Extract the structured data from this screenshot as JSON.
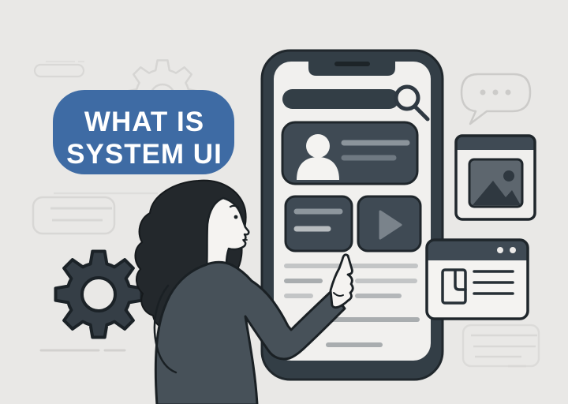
{
  "scene": {
    "badge": {
      "line1": "WHAT IS",
      "line2": "SYSTEM UI",
      "bg_color": "#3e6ba4",
      "text_color": "#ffffff"
    },
    "palette": {
      "background": "#e9e8e6",
      "dark_frame": "#333e46",
      "card_fill": "#3f4a54",
      "outline": "#1f262b",
      "screen": "#f1f0ee",
      "skin": "#f5f3f1",
      "clothes": "#475159",
      "hair": "#23282c",
      "line_light": "#c3c5c6",
      "line_mid": "#a9adaf",
      "card_line": "#8d969d",
      "icon_gray": "#7a838b",
      "ghost_stroke": "#d7d6d4"
    },
    "icons": {
      "search": "magnifier",
      "user": "person-silhouette",
      "play": "play-triangle",
      "gear_dark": "gear",
      "gear_faint": "gear-outline",
      "chat": "speech-bubble-ellipsis",
      "image": "image-placeholder-mountains",
      "browser": "browser-window-wireframe"
    },
    "figure": {
      "description": "woman pointing at large phone mockup"
    }
  }
}
